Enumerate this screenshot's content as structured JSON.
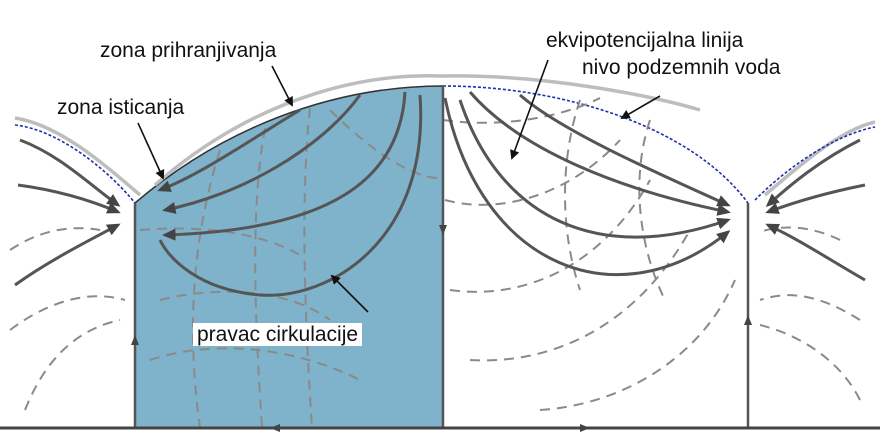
{
  "labels": {
    "recharge_zone": "zona prihranjivanja",
    "discharge_zone": "zona isticanja",
    "equipotential_line": "ekvipotencijalna linija",
    "groundwater_level": "nivo podzemnih voda",
    "circulation_direction": "pravac cirkulacije"
  },
  "colors": {
    "highlight_fill": "#7fb2cb",
    "flow_line": "#555555",
    "equipotential_dash": "#888888",
    "ground_surface": "#bdbdbd",
    "water_table": "#1a2fb0",
    "text": "#111111"
  }
}
